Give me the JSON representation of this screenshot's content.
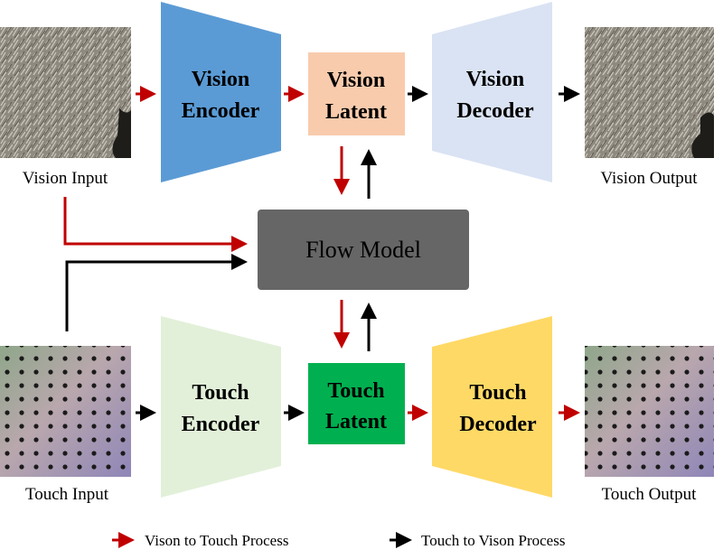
{
  "vision_input": {
    "label": "Vision Input"
  },
  "vision_output": {
    "label": "Vision Output"
  },
  "touch_input": {
    "label": "Touch Input"
  },
  "touch_output": {
    "label": "Touch Output"
  },
  "vision_encoder": {
    "line1": "Vision",
    "line2": "Encoder",
    "color": "#5b9bd5"
  },
  "vision_latent": {
    "line1": "Vision",
    "line2": "Latent",
    "color": "#f8cbad"
  },
  "vision_decoder": {
    "line1": "Vision",
    "line2": "Decoder",
    "color": "#dae3f3"
  },
  "touch_encoder": {
    "line1": "Touch",
    "line2": "Encoder",
    "color": "#e2f0d9"
  },
  "touch_latent": {
    "line1": "Touch",
    "line2": "Latent",
    "color": "#00b050"
  },
  "touch_decoder": {
    "line1": "Touch",
    "line2": "Decoder",
    "color": "#ffd966"
  },
  "flow_model": {
    "label": "Flow Model",
    "color": "#666666"
  },
  "legend": {
    "red_label": "Vison to Touch Process",
    "black_label": "Touch to Vison Process",
    "red_color": "#c00000",
    "black_color": "#000000"
  }
}
